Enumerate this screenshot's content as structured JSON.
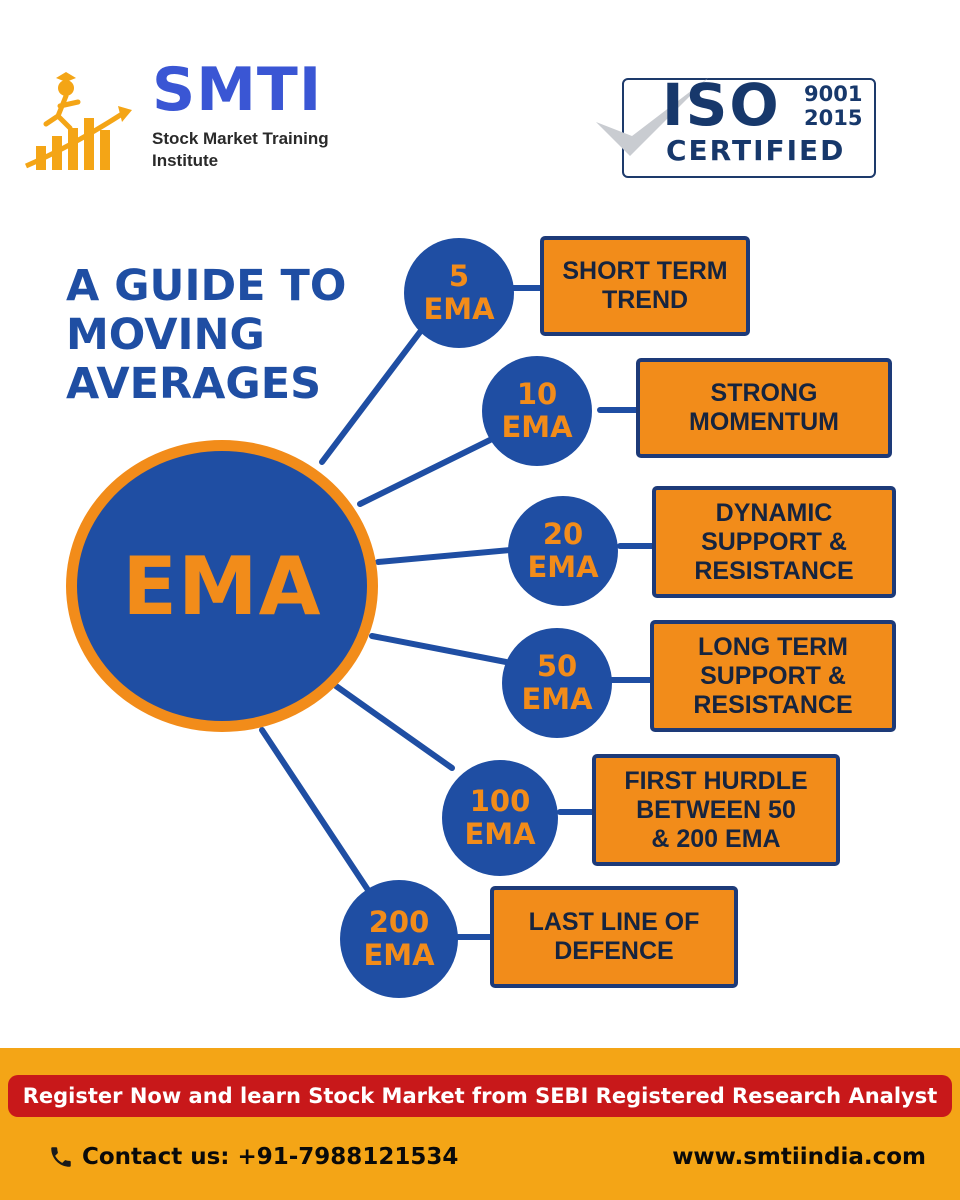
{
  "brand": {
    "name": "SMTI",
    "subtitle": "Stock Market Training Institute"
  },
  "iso_badge": {
    "text": "ISO",
    "year_1": "9001",
    "year_2": "2015",
    "certified": "CERTIFIED"
  },
  "diagram": {
    "title_lines": [
      "A GUIDE TO",
      "MOVING",
      "AVERAGES"
    ],
    "hub_label": "EMA",
    "nodes": [
      {
        "period": "5",
        "unit": "EMA",
        "description_lines": [
          "SHORT TERM",
          "TREND"
        ]
      },
      {
        "period": "10",
        "unit": "EMA",
        "description_lines": [
          "STRONG",
          "MOMENTUM"
        ]
      },
      {
        "period": "20",
        "unit": "EMA",
        "description_lines": [
          "DYNAMIC",
          "SUPPORT &",
          "RESISTANCE"
        ]
      },
      {
        "period": "50",
        "unit": "EMA",
        "description_lines": [
          "LONG TERM",
          "SUPPORT &",
          "RESISTANCE"
        ]
      },
      {
        "period": "100",
        "unit": "EMA",
        "description_lines": [
          "FIRST HURDLE",
          "BETWEEN 50",
          "& 200 EMA"
        ]
      },
      {
        "period": "200",
        "unit": "EMA",
        "description_lines": [
          "LAST LINE OF",
          "DEFENCE"
        ]
      }
    ]
  },
  "footer": {
    "banner": "Register Now and learn Stock Market from SEBI Registered Research Analyst",
    "contact": "Contact us: +91-7988121534",
    "website": "www.smtiindia.com"
  },
  "colors": {
    "brand_blue": "#3a56d4",
    "diagram_blue": "#1f4ea3",
    "orange": "#f28c1a",
    "banner_red": "#c8181a",
    "footer_yellow": "#f4a516"
  },
  "icons": [
    "logo-mark-icon",
    "iso-checkmark-icon",
    "phone-icon"
  ]
}
